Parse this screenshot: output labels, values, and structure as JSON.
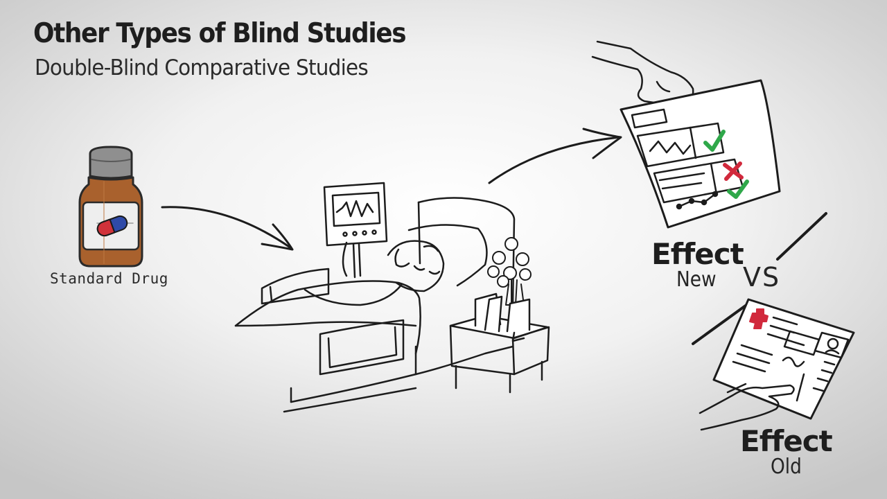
{
  "title": "Other Types of Blind Studies",
  "subtitle": "Double-Blind Comparative Studies",
  "drug_label": "Standard Drug",
  "effect_new": {
    "heading": "Effect",
    "label": "New"
  },
  "effect_old": {
    "heading": "Effect",
    "label": "Old"
  },
  "versus": "VS",
  "icons": [
    "medicine-bottle-icon",
    "capsule-icon",
    "hospital-bed-icon",
    "heart-monitor-icon",
    "flowers-icon",
    "report-sheet-icon",
    "checkmark-icon",
    "cross-mark-icon",
    "medical-record-icon",
    "hand-icon"
  ],
  "colors": {
    "bottle": "#a9612d",
    "cap": "#8f8f8f",
    "capsule_red": "#d0323a",
    "capsule_blue": "#2f4aa8",
    "check": "#2fa84a",
    "cross": "#d1293c"
  }
}
